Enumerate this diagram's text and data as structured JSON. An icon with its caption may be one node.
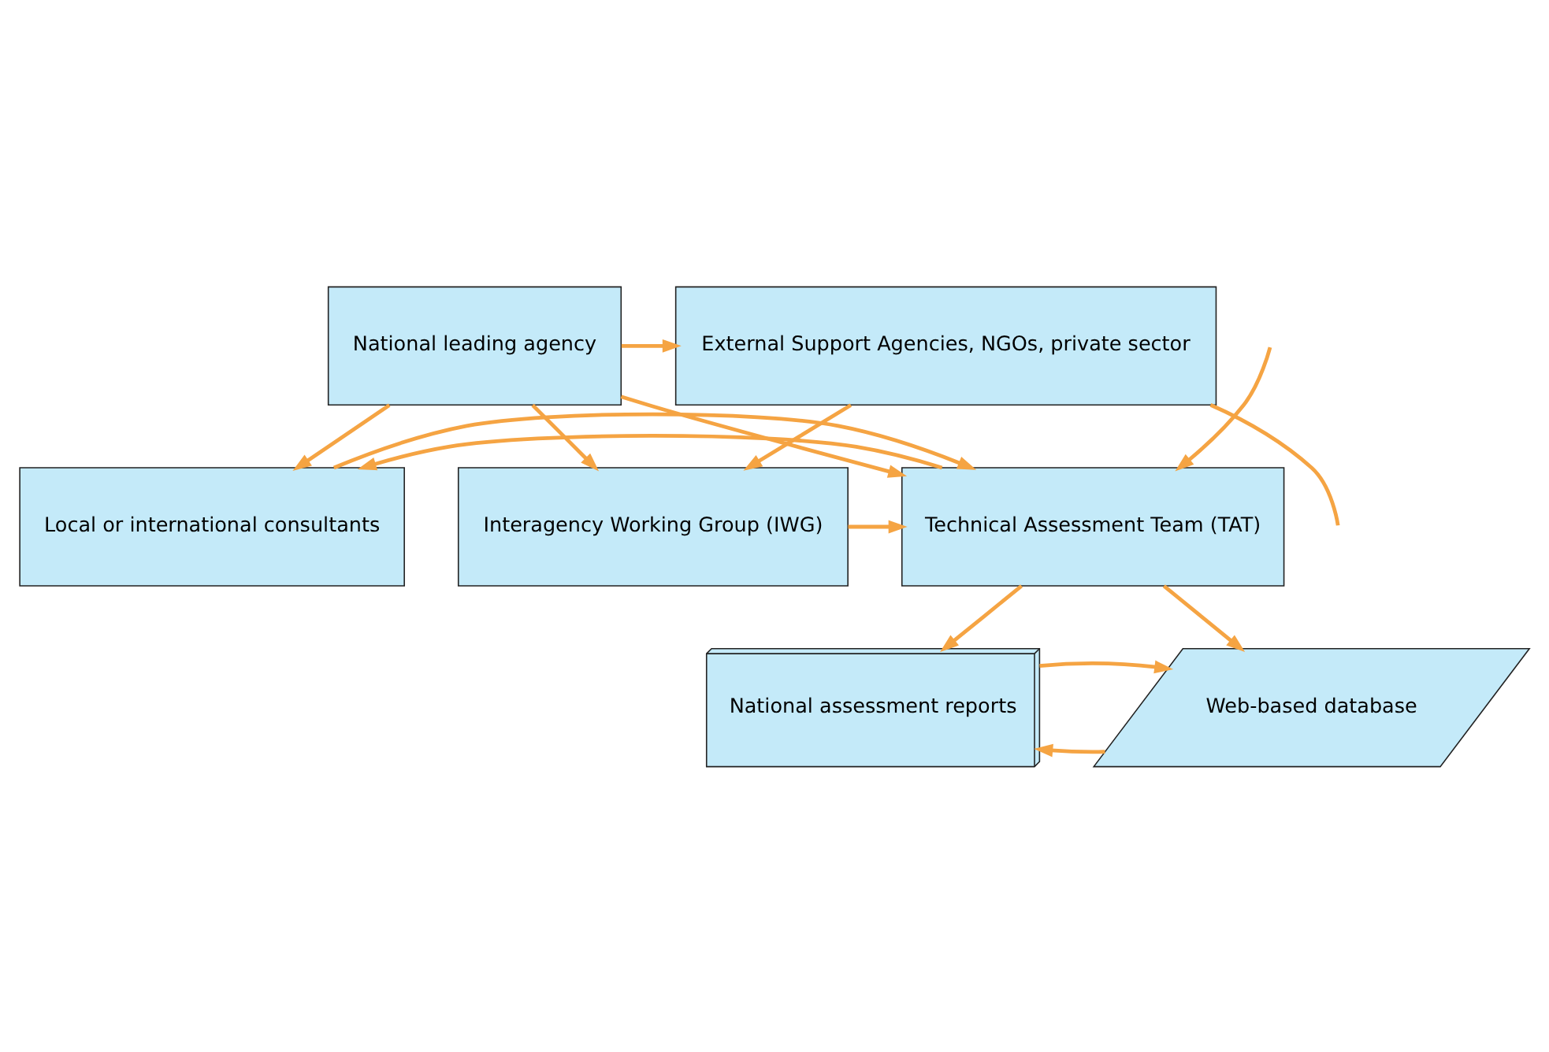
{
  "diagram": {
    "nodes": [
      {
        "text": [
          "National leading agency"
        ]
      },
      {
        "text": [
          "External Support Agencies, NGOs, private sector"
        ]
      },
      {
        "text": [
          "Local or international consultants"
        ]
      },
      {
        "text": [
          "Technical Assessment Team (TAT)"
        ]
      },
      {
        "text": [
          "Interagency Working Group (IWG)"
        ]
      },
      {
        "text": [
          "National assessment reports"
        ]
      },
      {
        "text": [
          "Web-based database"
        ]
      }
    ],
    "edges": [
      {
        "from": 0,
        "to": 1,
        "arrow": "to"
      },
      {
        "from": 0,
        "to": 2,
        "arrow": "to"
      },
      {
        "from": 0,
        "to": 3,
        "arrow": "to"
      },
      {
        "from": 0,
        "to": 4,
        "arrow": "to"
      },
      {
        "from": 1,
        "to": 4,
        "arrow": "to"
      },
      {
        "from": 1,
        "to": null,
        "arrow": "none"
      },
      {
        "from": 3,
        "to": 2,
        "arrow": "to"
      },
      {
        "from": 2,
        "to": 3,
        "arrow": "to"
      },
      {
        "from": 4,
        "to": 3,
        "arrow": "to"
      },
      {
        "from": null,
        "to": 3,
        "arrow": "to"
      },
      {
        "from": 3,
        "to": 5,
        "arrow": "to"
      },
      {
        "from": 3,
        "to": 6,
        "arrow": "to"
      },
      {
        "from": 6,
        "to": 5,
        "arrow": "to"
      },
      {
        "from": 5,
        "to": 6,
        "arrow": "to"
      }
    ]
  }
}
